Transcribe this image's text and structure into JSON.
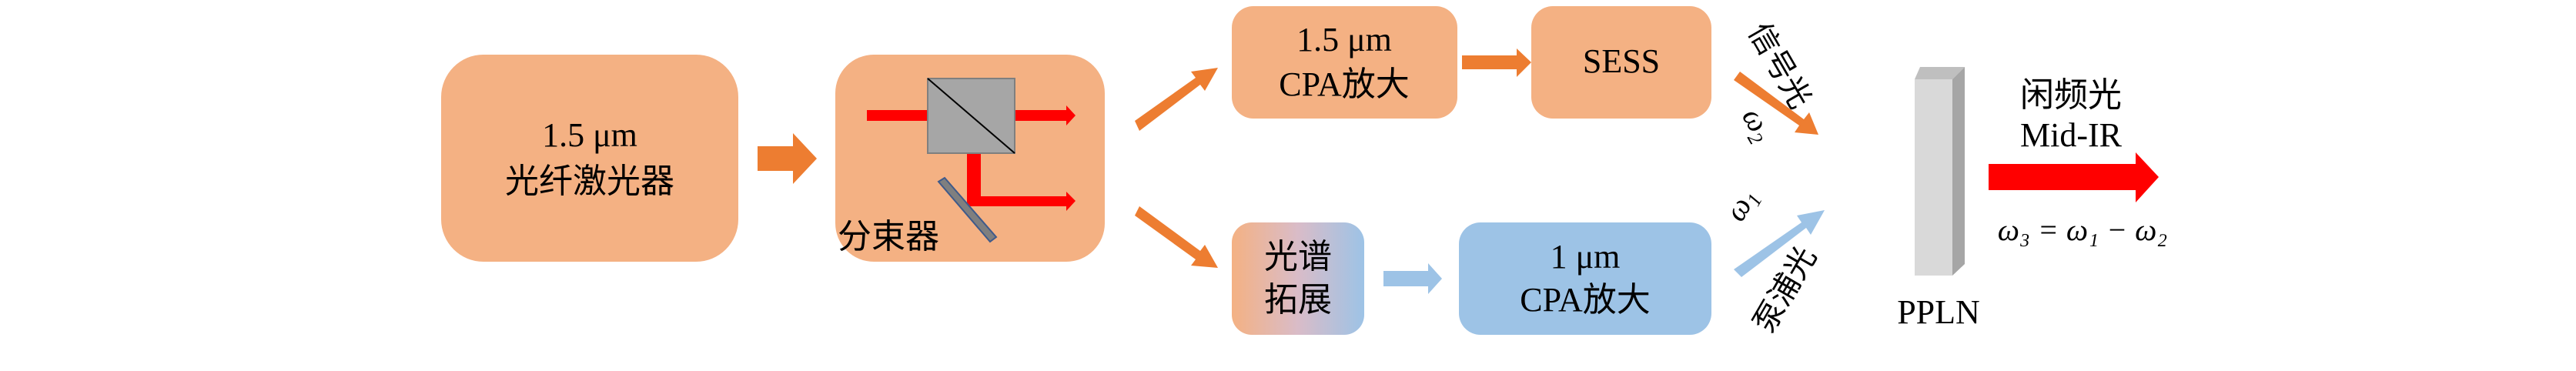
{
  "colors": {
    "orange_box": "#f4b183",
    "orange_arrow": "#ed7d31",
    "blue_box": "#9dc3e6",
    "red_beam": "#ff0000",
    "cube_gray": "#a6a6a6",
    "mirror": "#7f7f7f",
    "crystal_front": "#d9d9d9",
    "crystal_side": "#a6a6a6"
  },
  "laser": {
    "line1": "1.5 μm",
    "line2": "光纤激光器"
  },
  "splitter": {
    "label": "分束器"
  },
  "cpa15": {
    "line1": "1.5 μm",
    "line2": "CPA放大"
  },
  "sess": {
    "label": "SESS"
  },
  "spectral": {
    "line1": "光谱",
    "line2": "拓展"
  },
  "cpa1": {
    "line1": "1 μm",
    "line2": "CPA放大"
  },
  "signal": {
    "label": "信号光",
    "omega": "ω",
    "sub": "2"
  },
  "pump": {
    "label": "泵浦光",
    "omega": "ω",
    "sub": "1"
  },
  "crystal": {
    "label": "PPLN"
  },
  "idler": {
    "line1": "闲频光",
    "line2": "Mid-IR",
    "equation": "ω₃ = ω₁ − ω₂"
  }
}
